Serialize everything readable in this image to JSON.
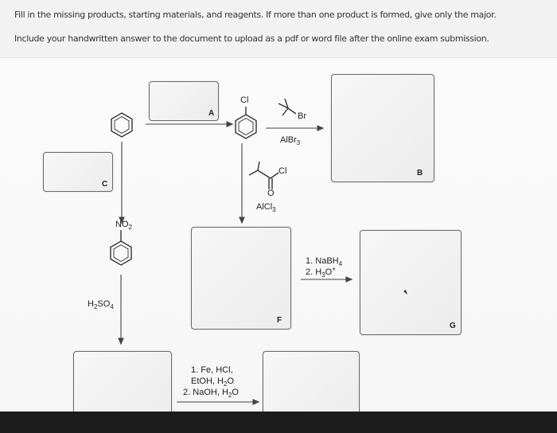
{
  "instructions": {
    "line1": "Fill in the missing products, starting materials, and reagents. If more than one product is formed, give only the major.",
    "line2": "Include your handwritten answer to the document to upload as a pdf or word file after the online exam submission."
  },
  "labels": {
    "A": "A",
    "B": "B",
    "C": "C",
    "F": "F",
    "G": "G"
  },
  "structures": {
    "chloro_cl": "Cl",
    "tbutyl_br": "Br",
    "acyl_cl": "Cl",
    "acyl_o": "O",
    "nitro": "NO2"
  },
  "reagents": {
    "albr3": "AlBr3",
    "alcl3": "AlCl3",
    "h2so4": "H2SO4",
    "nabh4_1": "1. NaBH4",
    "nabh4_2": "2. H3O+",
    "fe_1": "1. Fe, HCl,",
    "fe_2": "EtOH, H2O",
    "fe_3": "2. NaOH, H2O"
  }
}
